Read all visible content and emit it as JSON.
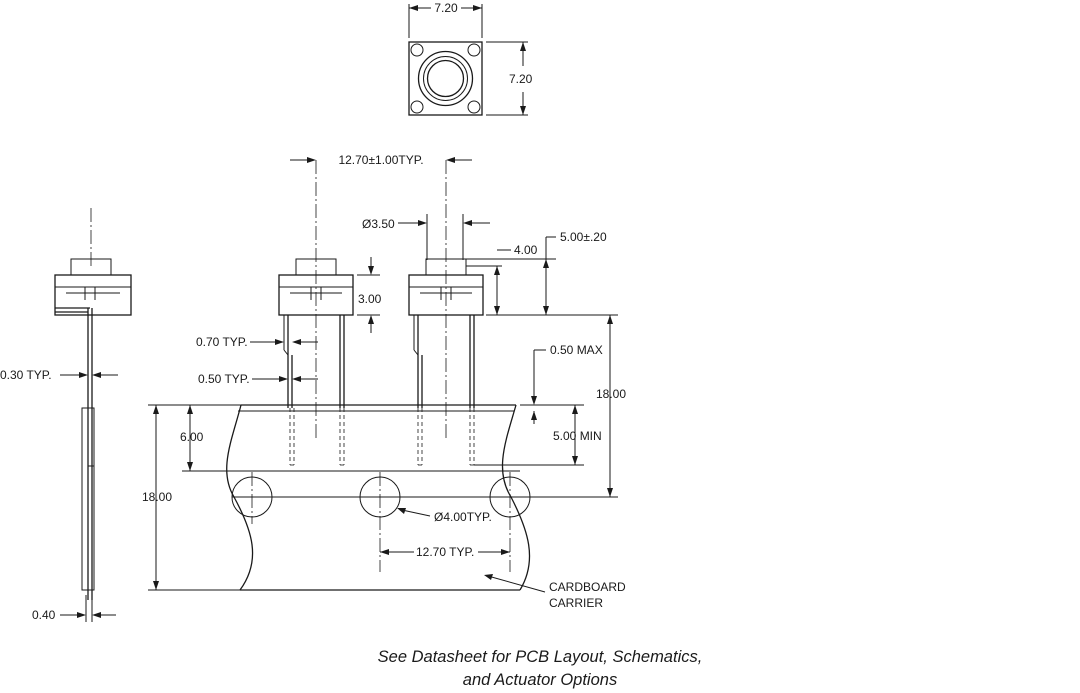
{
  "dimensions": {
    "top_width": "7.20",
    "top_height": "7.20",
    "lead_spacing": "12.70±1.00TYP.",
    "actuator_diameter": "Ø3.50",
    "actuator_height": "4.00",
    "overall_height": "5.00±.20",
    "body_height": "3.00",
    "lead_width_a": "0.70 TYP.",
    "lead_width_b": "0.50 TYP.",
    "lead_thickness": "0.30 TYP.",
    "tape_thickness": "0.40",
    "lead_protrusion": "0.50 MAX",
    "pitch_height": "18.00",
    "lead_clearance": "5.00 MIN",
    "hole_offset": "6.00",
    "carrier_width": "18.00",
    "hole_diameter": "Ø4.00TYP.",
    "hole_pitch": "12.70 TYP."
  },
  "labels": {
    "carrier_line1": "CARDBOARD",
    "carrier_line2": "CARRIER"
  },
  "note": {
    "line1": "See Datasheet for PCB Layout, Schematics,",
    "line2": "and Actuator Options"
  }
}
